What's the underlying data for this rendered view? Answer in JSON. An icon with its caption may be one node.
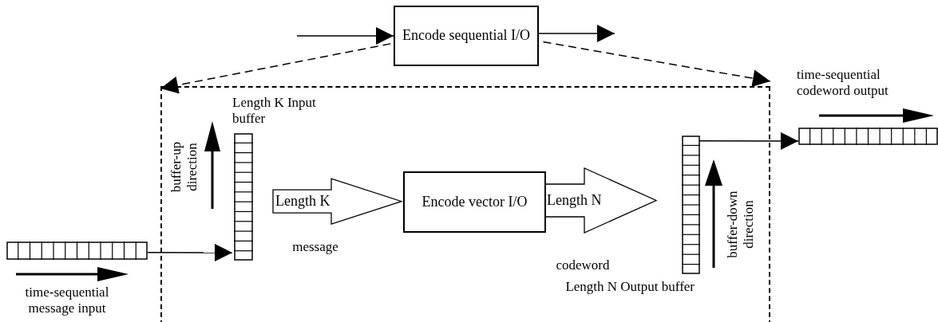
{
  "diagram": {
    "nodes": [
      {
        "text": [
          "Encode sequential I/O"
        ]
      },
      {
        "text": [],
        "shape": "box"
      },
      {
        "text": [],
        "shape": "bar",
        "beside": [
          "time-sequential message input"
        ]
      },
      {
        "text": [],
        "shape": "bar",
        "in": 1,
        "beside": [
          "Length K Input buffer"
        ]
      },
      {
        "text": [
          "Encode vector I/O"
        ],
        "in": 1
      },
      {
        "text": [],
        "shape": "bar",
        "in": 1,
        "beside": [
          "Length N Output buffer"
        ]
      },
      {
        "text": [],
        "shape": "bar",
        "beside": [
          "time-sequential codeword output"
        ]
      }
    ],
    "edges": [
      {
        "from": null,
        "to": 0,
        "arrow": "to"
      },
      {
        "from": 0,
        "to": null,
        "arrow": "to"
      },
      {
        "from": 0,
        "to": 1,
        "arrow": "to",
        "style": "dashed"
      },
      {
        "from": 0,
        "to": 1,
        "arrow": "to",
        "style": "dashed"
      },
      {
        "from": 2,
        "to": 3,
        "arrow": "to"
      },
      {
        "from": 5,
        "to": 6,
        "arrow": "to"
      },
      {
        "from": 3,
        "to": 4,
        "arrow": "to",
        "label": "Length K",
        "style": "thick"
      },
      {
        "from": 4,
        "to": 5,
        "arrow": "to",
        "label": "Length N",
        "style": "thick"
      }
    ],
    "labels": [
      "buffer-up direction",
      "message",
      "codeword",
      "buffer-down direction"
    ]
  }
}
